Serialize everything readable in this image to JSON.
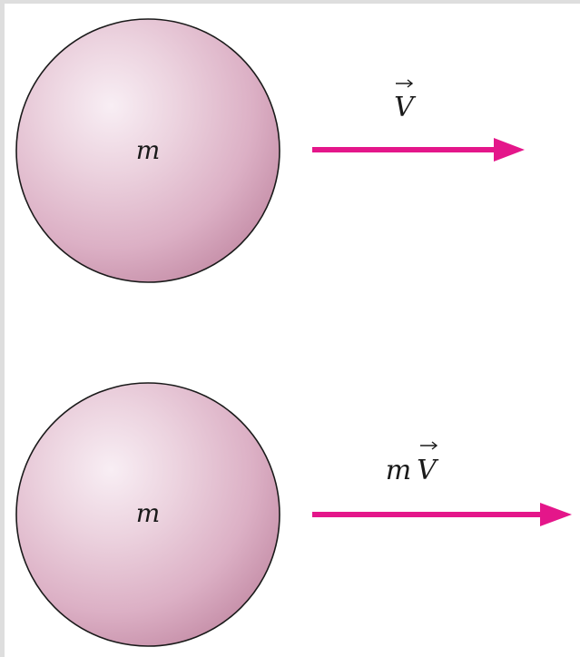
{
  "top_panel": {
    "mass_label": "m",
    "vector_label": "V"
  },
  "bottom_panel": {
    "mass_label": "m",
    "vector_coefficient": "m",
    "vector_label": "V"
  },
  "colors": {
    "sphere_light": "#f3e3ec",
    "sphere_mid": "#e1bccd",
    "sphere_dark": "#c58ea8",
    "sphere_outline": "#1a1a1a",
    "arrow": "#e4168a",
    "text": "#1a1a1a",
    "background": "#ffffff",
    "frame": "#dedede"
  }
}
